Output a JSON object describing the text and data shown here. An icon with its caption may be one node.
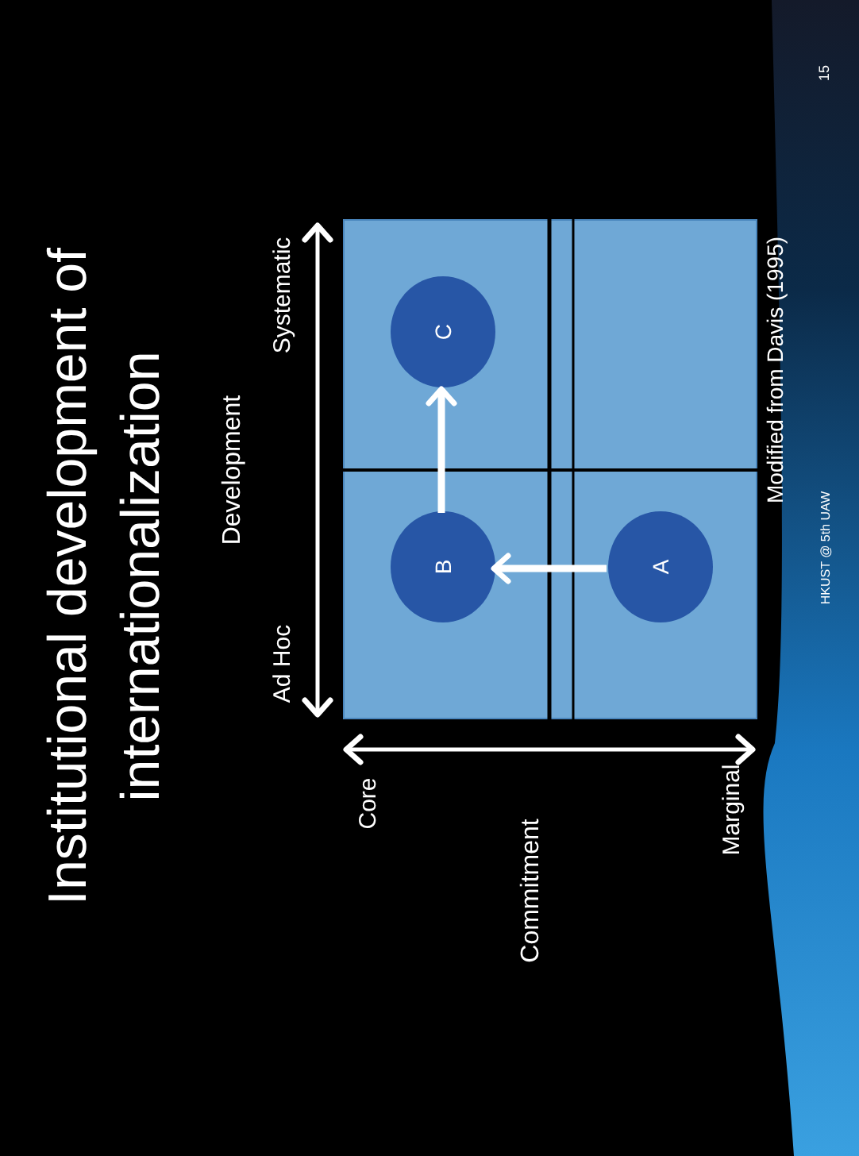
{
  "diagram": {
    "title": "Institutional development of internationalization",
    "nodes": [
      {
        "text": [],
        "shape": "box"
      },
      {
        "text": [
          "A"
        ],
        "in": 0
      },
      {
        "text": [
          "B"
        ],
        "in": 0
      },
      {
        "text": [
          "C"
        ],
        "in": 0
      }
    ],
    "edges": [
      {
        "from": 1,
        "to": 2,
        "arrow": "to"
      },
      {
        "from": 2,
        "to": 3,
        "arrow": "to"
      }
    ],
    "labels": [
      "Development",
      "Ad Hoc",
      "Systematic",
      "Core",
      "Commitment",
      "Marginal",
      "Modified from Davis (1995)",
      "HKUST @ 5th UAW",
      "15"
    ]
  }
}
